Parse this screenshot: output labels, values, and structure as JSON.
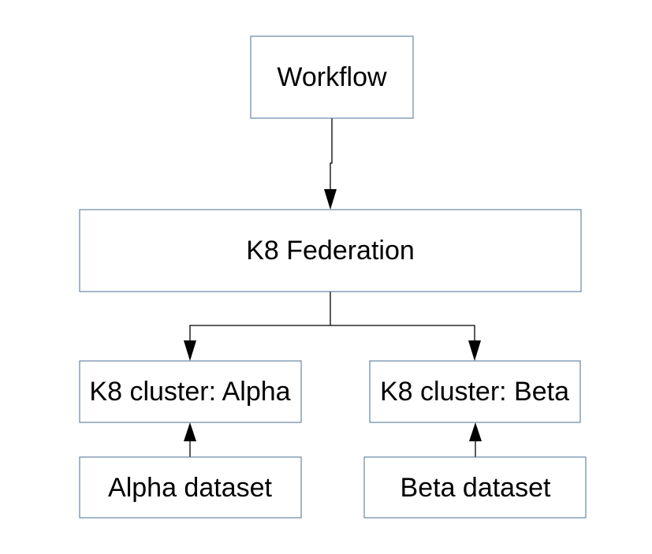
{
  "diagram": {
    "nodes": {
      "workflow": {
        "label": "Workflow"
      },
      "federation": {
        "label": "K8 Federation"
      },
      "cluster_alpha": {
        "label": "K8 cluster: Alpha"
      },
      "cluster_beta": {
        "label": "K8 cluster: Beta"
      },
      "dataset_alpha": {
        "label": "Alpha dataset"
      },
      "dataset_beta": {
        "label": "Beta dataset"
      }
    },
    "edges": [
      {
        "from": "workflow",
        "to": "federation"
      },
      {
        "from": "federation",
        "to": "cluster_alpha"
      },
      {
        "from": "federation",
        "to": "cluster_beta"
      },
      {
        "from": "dataset_alpha",
        "to": "cluster_alpha"
      },
      {
        "from": "dataset_beta",
        "to": "cluster_beta"
      }
    ],
    "colors": {
      "node_border": "#4a6f96",
      "edge": "#000000",
      "text": "#000000",
      "background": "#ffffff"
    }
  }
}
